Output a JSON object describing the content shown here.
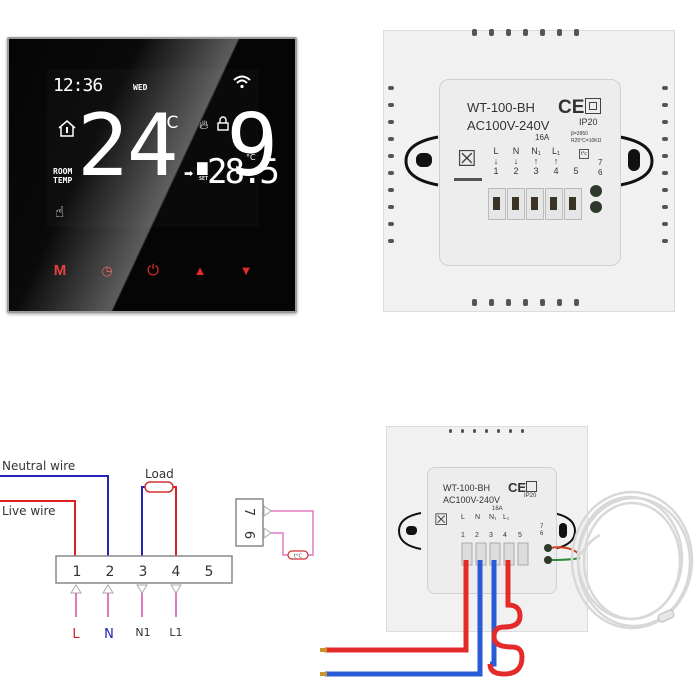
{
  "front_panel": {
    "time": "12:36",
    "day": "WED",
    "room_temp": "24.9",
    "room_temp_unit": "°C",
    "room_label_line1": "ROOM",
    "room_label_line2": "TEMP",
    "set_label": "SET",
    "set_temp": "28.5",
    "set_temp_unit": "°C",
    "icons": [
      "clock-display",
      "wifi-icon",
      "home-thermometer-icon",
      "flame-icon",
      "lock-icon",
      "hand-manual-icon",
      "arrow-right-icon",
      "sun-icon"
    ],
    "buttons": [
      {
        "name": "mode-button",
        "label": "M"
      },
      {
        "name": "clock-button",
        "label": "◷"
      },
      {
        "name": "power-button",
        "label": "⏻"
      },
      {
        "name": "up-button",
        "label": "▲"
      },
      {
        "name": "down-button",
        "label": "▼"
      }
    ],
    "button_color": "#e42b2b"
  },
  "back_panel": {
    "model": "WT-100-BH",
    "voltage": "AC100V-240V",
    "ce_mark": "CE",
    "ip_rating": "IP20",
    "current": "16A",
    "sensor_beta": "β=3950",
    "sensor_r25": "R25°C=10KΩ",
    "sensor_symbol": "t°c",
    "terminals": [
      {
        "letter": "L",
        "arrow": "↓",
        "num": "1"
      },
      {
        "letter": "N",
        "arrow": "↓",
        "num": "2"
      },
      {
        "letter": "N₁",
        "arrow": "↑",
        "num": "3"
      },
      {
        "letter": "L₁",
        "arrow": "↑",
        "num": "4"
      },
      {
        "letter": "",
        "arrow": "",
        "num": "5"
      }
    ],
    "sensor_terminals": [
      "7",
      "6"
    ]
  },
  "wiring_diagram": {
    "neutral_label": "Neutral wire",
    "live_label": "Live wire",
    "load_label": "Load",
    "terminal_numbers": [
      "1",
      "2",
      "3",
      "4",
      "5"
    ],
    "bottom_labels": [
      {
        "text": "L",
        "color": "#d42020"
      },
      {
        "text": "N",
        "color": "#2020b0"
      },
      {
        "text": "N1",
        "color": "#333333"
      },
      {
        "text": "L1",
        "color": "#333333"
      }
    ],
    "sensor_terminals": [
      "7",
      "6"
    ],
    "sensor_label": "t°C",
    "colors": {
      "neutral": "#2525b5",
      "live": "#e02020",
      "signal": "#e07ac0"
    }
  },
  "wired_back_panel": {
    "model": "WT-100-BH",
    "voltage": "AC100V-240V",
    "ip_rating": "IP20",
    "current": "16A",
    "terminals": [
      "L",
      "N",
      "N₁",
      "L₁"
    ],
    "terminal_numbers": [
      "1",
      "2",
      "3",
      "4",
      "5"
    ],
    "sensor_terminals": [
      "7",
      "6"
    ]
  }
}
